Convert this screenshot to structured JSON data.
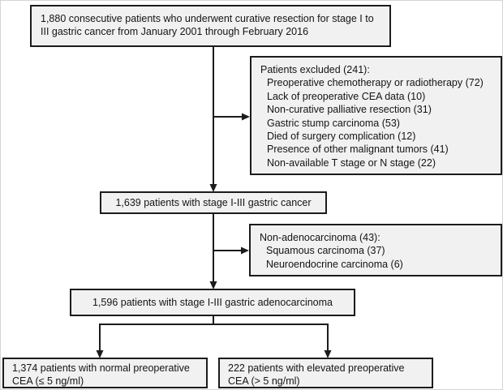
{
  "figure": {
    "type": "patient-flow-diagram",
    "colors": {
      "box_fill": "#f1f1f1",
      "box_border": "#1c1c1c",
      "text": "#141414",
      "connector": "#1c1c1c",
      "background": "#ffffff"
    },
    "boxes": {
      "initial_cohort": {
        "text": "1,880 consecutive patients who underwent curative resection for stage I to III gastric cancer from January 2001 through February 2016"
      },
      "excluded": {
        "title": "Patients excluded (241):",
        "items": [
          "Preoperative chemotherapy or radiotherapy (72)",
          "Lack of preoperative CEA data (10)",
          "Non-curative palliative resection (31)",
          "Gastric stump carcinoma (53)",
          "Died of surgery complication (12)",
          "Presence of other malignant tumors (41)",
          "Non-available T stage or N stage (22)"
        ]
      },
      "stage_cohort": {
        "text": "1,639 patients with stage I-III gastric cancer"
      },
      "non_adenocarcinoma": {
        "title": "Non-adenocarcinoma (43):",
        "items": [
          "Squamous carcinoma (37)",
          "Neuroendocrine carcinoma (6)"
        ]
      },
      "adenocarcinoma_cohort": {
        "text": "1,596 patients with stage I-III gastric adenocarcinoma"
      },
      "normal_cea": {
        "text": "1,374 patients with normal preoperative CEA (≤ 5 ng/ml)"
      },
      "elevated_cea": {
        "text": "222 patients with elevated preoperative CEA (> 5 ng/ml)"
      }
    }
  }
}
